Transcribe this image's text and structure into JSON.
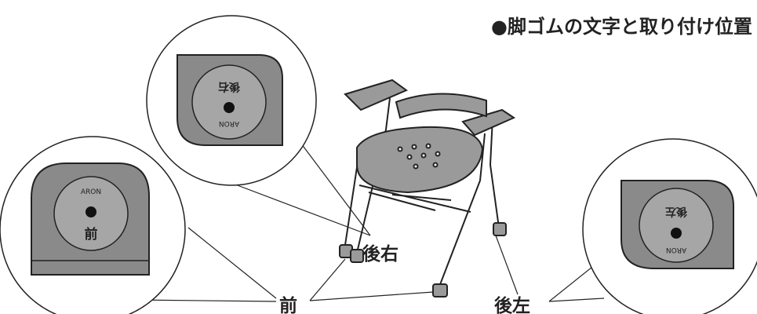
{
  "title": "●脚ゴムの文字と取り付け位置",
  "labels": {
    "front": "前",
    "rear_right": "後右",
    "rear_left": "後左"
  },
  "pads": {
    "front": {
      "brand": "ARON",
      "mark": "前"
    },
    "rear_right": {
      "brand": "ARON",
      "mark": "後右"
    },
    "rear_left": {
      "brand": "ARON",
      "mark": "後左"
    }
  },
  "colors": {
    "pad_fill": "#8a8a8a",
    "pad_inner": "#a6a6a6",
    "line": "#222222",
    "seat": "#9a9a9a"
  }
}
